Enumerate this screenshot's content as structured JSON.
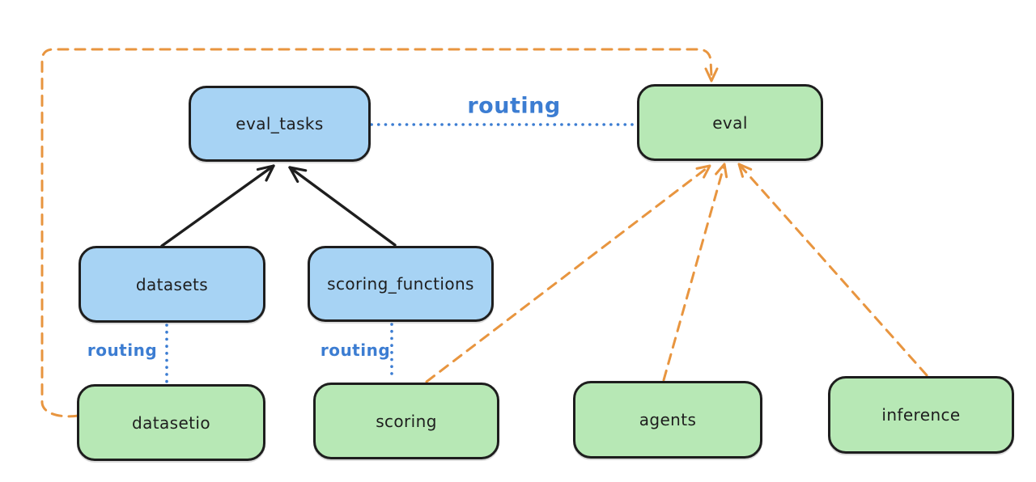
{
  "diagram": {
    "nodes": {
      "eval_tasks": {
        "label": "eval_tasks",
        "fill": "blue"
      },
      "eval": {
        "label": "eval",
        "fill": "green"
      },
      "datasets": {
        "label": "datasets",
        "fill": "blue"
      },
      "scoring_functions": {
        "label": "scoring_functions",
        "fill": "blue"
      },
      "datasetio": {
        "label": "datasetio",
        "fill": "green"
      },
      "scoring": {
        "label": "scoring",
        "fill": "green"
      },
      "agents": {
        "label": "agents",
        "fill": "green"
      },
      "inference": {
        "label": "inference",
        "fill": "green"
      }
    },
    "edges": [
      {
        "from": "eval_tasks",
        "to": "eval",
        "style": "dotted-blue",
        "label": "routing"
      },
      {
        "from": "datasets",
        "to": "datasetio",
        "style": "dotted-blue",
        "label": "routing"
      },
      {
        "from": "scoring_functions",
        "to": "scoring",
        "style": "dotted-blue",
        "label": "routing"
      },
      {
        "from": "datasets",
        "to": "eval_tasks",
        "style": "solid-black-arrow"
      },
      {
        "from": "scoring_functions",
        "to": "eval_tasks",
        "style": "solid-black-arrow"
      },
      {
        "from": "datasetio",
        "to": "eval",
        "style": "dashed-orange-arrow"
      },
      {
        "from": "scoring",
        "to": "eval",
        "style": "dashed-orange-arrow"
      },
      {
        "from": "agents",
        "to": "eval",
        "style": "dashed-orange-arrow"
      },
      {
        "from": "inference",
        "to": "eval",
        "style": "dashed-orange-arrow"
      }
    ],
    "colors": {
      "background": "#ffffff",
      "node_stroke": "#1e1e1e",
      "blue_fill": "#a7d3f4",
      "green_fill": "#b7e8b5",
      "orange_accent": "#e8953f",
      "blue_accent": "#3c7dd2",
      "label_text": "#1e1e1e"
    }
  }
}
